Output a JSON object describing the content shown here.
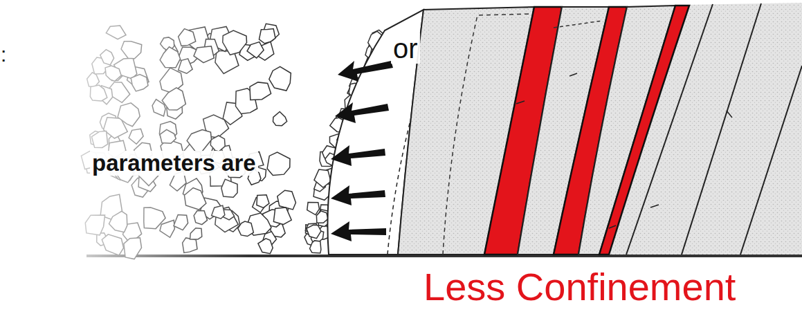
{
  "diagram": {
    "labels": [
      ":",
      "or",
      "parameters are",
      "Less Confinement"
    ]
  }
}
